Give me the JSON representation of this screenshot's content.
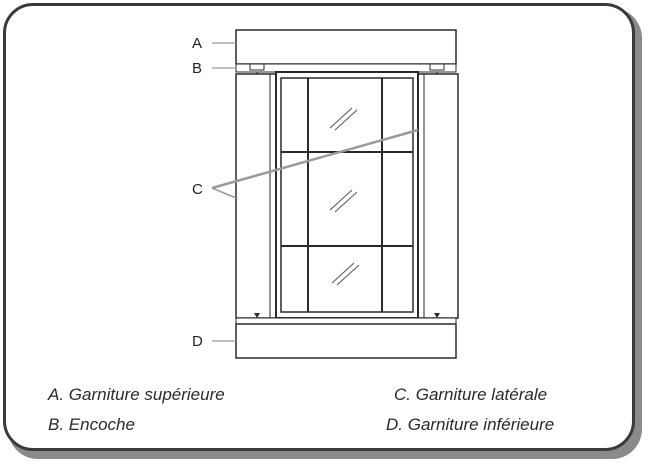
{
  "callouts": {
    "a": "A",
    "b": "B",
    "c": "C",
    "d": "D"
  },
  "legend": {
    "a": "A. Garniture supérieure",
    "b": "B. Encoche",
    "c": "C. Garniture latérale",
    "d": "D. Garniture inférieure"
  },
  "colors": {
    "frame_border": "#3a3a3a",
    "line": "#2a2a2a",
    "callout_line": "#9a9a9a",
    "glass": "#ffffff"
  }
}
